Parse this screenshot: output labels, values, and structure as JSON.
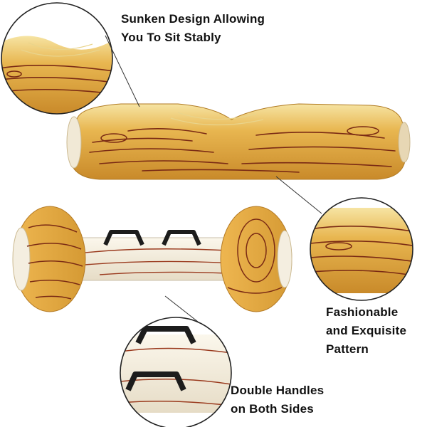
{
  "captions": {
    "sunken": {
      "line1": "Sunken Design Allowing",
      "line2": "You To Sit Stably"
    },
    "pattern": {
      "line1": "Fashionable",
      "line2": "and Exquisite",
      "line3": "Pattern"
    },
    "handles": {
      "line1": "Double Handles",
      "line2": "on Both Sides"
    }
  },
  "colors": {
    "wood_light": "#f3d98a",
    "wood_mid": "#e2b24a",
    "wood_dark": "#c98a2a",
    "grain": "#7a2a14",
    "cream": "#f4eee0",
    "handle": "#1c1c1c"
  },
  "icons": [
    "inflatable-log-float-image",
    "inflatable-dumbbell-float-image",
    "sunken-detail-magnifier",
    "pattern-detail-magnifier",
    "handles-detail-magnifier"
  ]
}
